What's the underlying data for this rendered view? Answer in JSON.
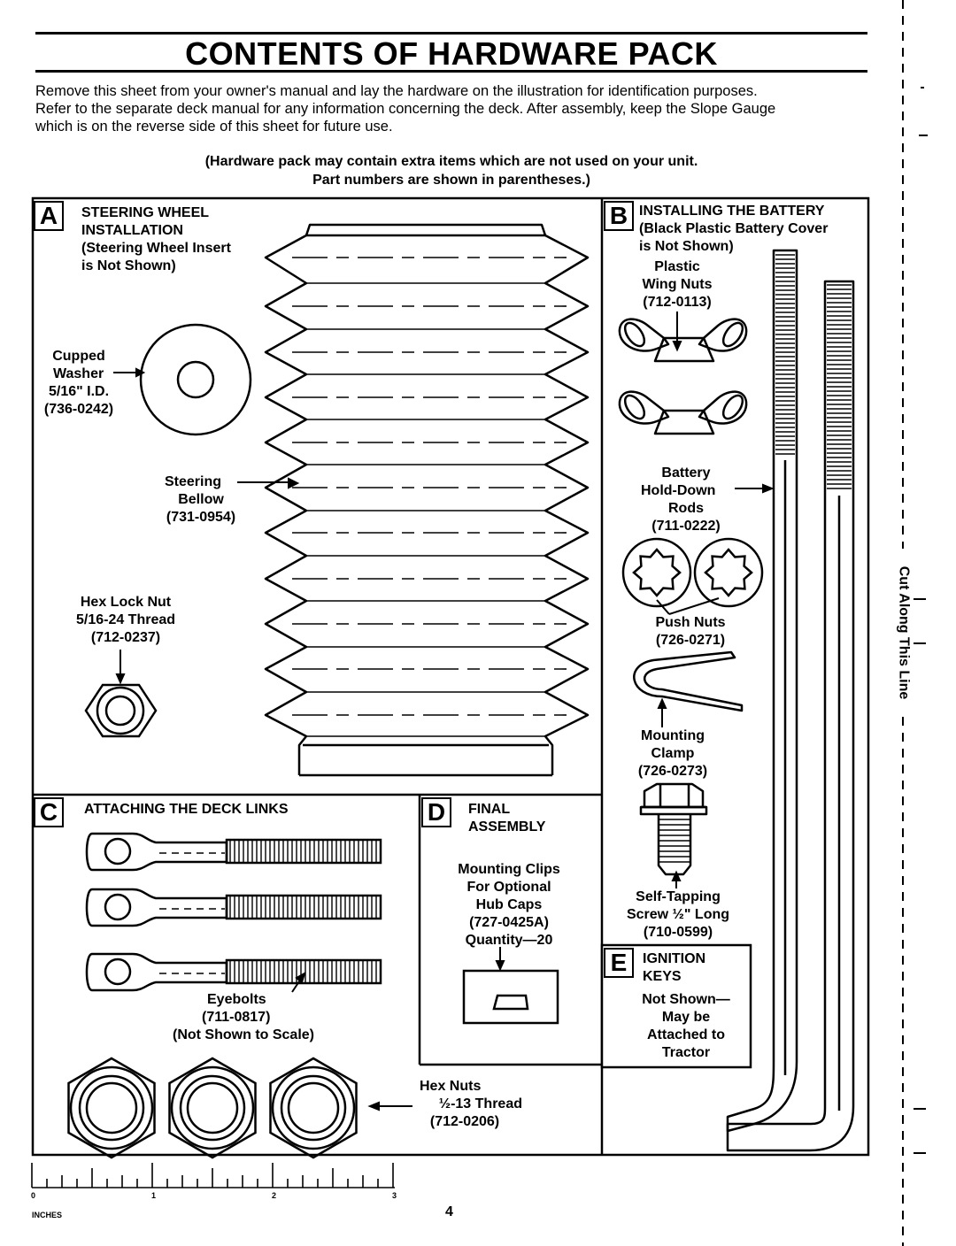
{
  "title": "CONTENTS OF HARDWARE PACK",
  "intro": [
    "Remove this sheet from your owner's manual and lay the hardware on the illustration for identification purposes.",
    "Refer to the separate deck manual for any information concerning the deck. After assembly, keep the Slope Gauge",
    "which is on the reverse side of this sheet for future use."
  ],
  "note": [
    "(Hardware pack may contain extra items which are not used on your unit.",
    "Part numbers are shown in parentheses.)"
  ],
  "section_a": {
    "letter": "A",
    "heading": [
      "STEERING WHEEL",
      "INSTALLATION",
      "(Steering Wheel Insert",
      "is Not Shown)"
    ],
    "washer": [
      "Cupped",
      "Washer",
      "5/16\" I.D.",
      "(736-0242)"
    ],
    "bellow": [
      "Steering",
      "Bellow",
      "(731-0954)"
    ],
    "hexlock": [
      "Hex Lock Nut",
      "5/16-24 Thread",
      "(712-0237)"
    ]
  },
  "section_b": {
    "letter": "B",
    "heading": [
      "INSTALLING THE BATTERY",
      "(Black Plastic Battery Cover",
      "is Not Shown)"
    ],
    "wingnuts": [
      "Plastic",
      "Wing Nuts",
      "(712-0113)"
    ],
    "rods": [
      "Battery",
      "Hold-Down",
      "Rods",
      "(711-0222)"
    ],
    "pushnuts": [
      "Push Nuts",
      "(726-0271)"
    ],
    "clamp": [
      "Mounting",
      "Clamp",
      "(726-0273)"
    ],
    "screw": [
      "Self-Tapping",
      "Screw ½\" Long",
      "(710-0599)"
    ]
  },
  "section_c": {
    "letter": "C",
    "heading": "ATTACHING THE DECK LINKS",
    "eyebolts": [
      "Eyebolts",
      "(711-0817)",
      "(Not Shown to Scale)"
    ],
    "hexnuts": [
      "Hex Nuts",
      "½-13 Thread",
      "(712-0206)"
    ]
  },
  "section_d": {
    "letter": "D",
    "heading": [
      "FINAL",
      "ASSEMBLY"
    ],
    "clips": [
      "Mounting Clips",
      "For Optional",
      "Hub Caps",
      "(727-0425A)",
      "Quantity—20"
    ]
  },
  "section_e": {
    "letter": "E",
    "heading": [
      "IGNITION",
      "KEYS"
    ],
    "text": [
      "Not Shown—",
      "May be",
      "Attached to",
      "Tractor"
    ]
  },
  "cut_text": "Cut Along This Line",
  "ruler": {
    "labels": [
      "0",
      "1",
      "2",
      "3"
    ],
    "unit": "INCHES"
  },
  "page_number": "4"
}
